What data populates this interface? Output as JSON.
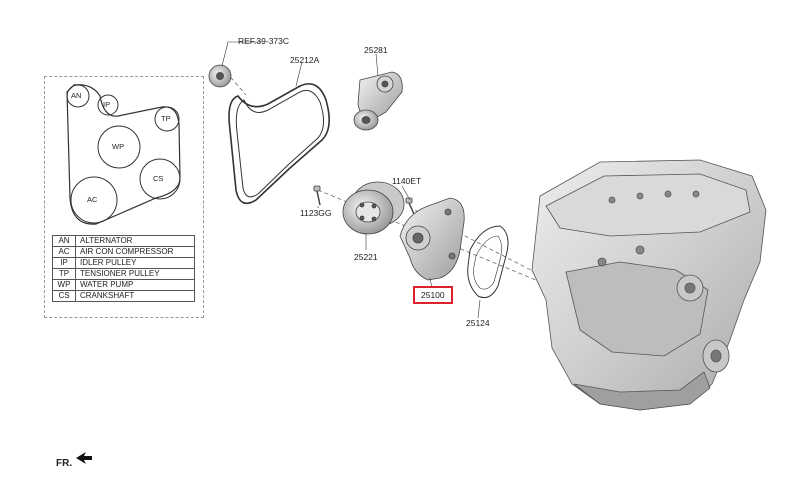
{
  "diagram": {
    "ref_label": "REF.39-373C",
    "callouts": {
      "belt": "25212A",
      "tensioner": "25281",
      "bolt_left": "1123GG",
      "bolt_right": "1140ET",
      "pulley": "25221",
      "pump": "25100",
      "gasket": "25124"
    },
    "highlight_color": "#d9232d",
    "pulley_codes": {
      "an": "AN",
      "ip": "IP",
      "tp": "TP",
      "wp": "WP",
      "cs": "CS",
      "ac": "AC"
    },
    "legend": [
      {
        "code": "AN",
        "name": "ALTERNATOR"
      },
      {
        "code": "AC",
        "name": "AIR CON COMPRESSOR"
      },
      {
        "code": "IP",
        "name": "IDLER PULLEY"
      },
      {
        "code": "TP",
        "name": "TENSIONER PULLEY"
      },
      {
        "code": "WP",
        "name": "WATER PUMP"
      },
      {
        "code": "CS",
        "name": "CRANKSHAFT"
      }
    ],
    "direction_label": "FR."
  }
}
